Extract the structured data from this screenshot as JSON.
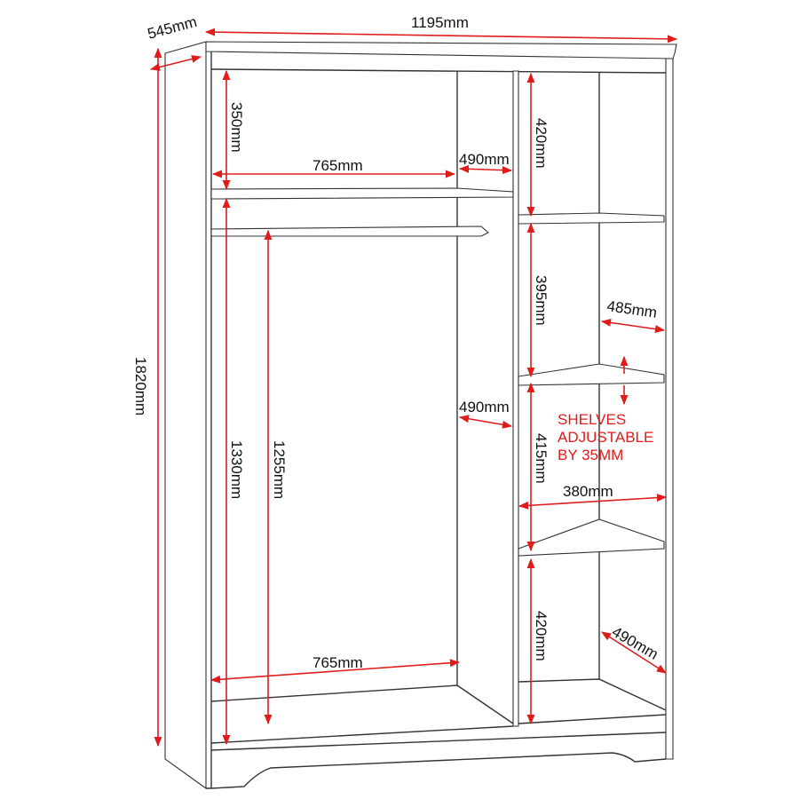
{
  "dimensions": {
    "depth": "545mm",
    "width": "1195mm",
    "height": "1820mm",
    "top_section_height": "350mm",
    "top_shelf_width": "765mm",
    "top_shelf_depth": "490mm",
    "right_top_height": "420mm",
    "hanging_height_total": "1330mm",
    "hanging_rail_height": "1255mm",
    "right_second_height": "395mm",
    "right_shelf_depth": "485mm",
    "hanging_depth": "490mm",
    "right_third_height": "415mm",
    "right_shelf_width": "380mm",
    "right_bottom_height": "420mm",
    "right_bottom_depth": "490mm",
    "bottom_width": "765mm"
  },
  "note": {
    "line1": "SHELVES",
    "line2": "ADJUSTABLE",
    "line3": "BY 35MM"
  },
  "colors": {
    "dimension_lines": "#e01b1b",
    "outline": "#333333"
  }
}
